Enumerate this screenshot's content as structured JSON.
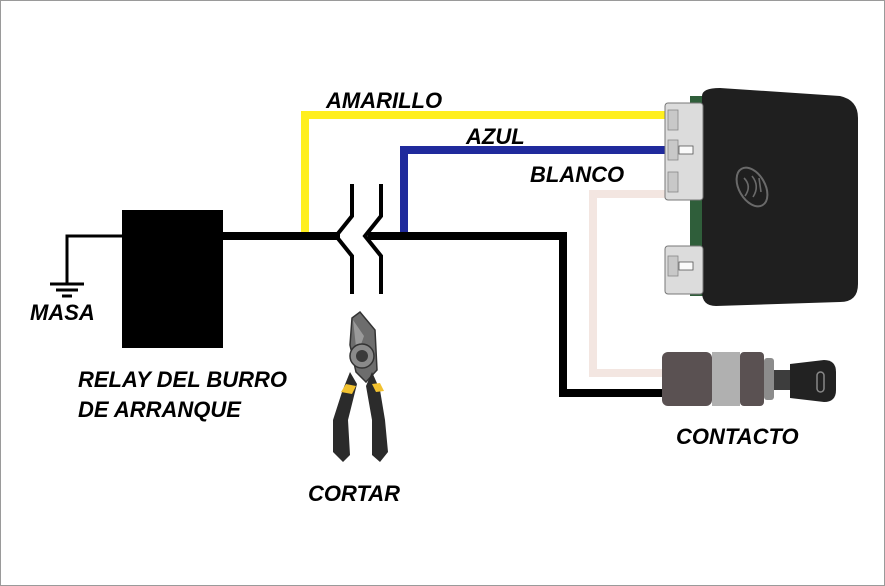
{
  "labels": {
    "amarillo": "AMARILLO",
    "azul": "AZUL",
    "blanco": "BLANCO",
    "masa": "MASA",
    "relay_line1": "RELAY DEL BURRO",
    "relay_line2": "DE ARRANQUE",
    "cortar": "CORTAR",
    "contacto": "CONTACTO"
  },
  "colors": {
    "yellow_wire": "#ffef1f",
    "blue_wire": "#1f2a9c",
    "white_wire": "#f3e6e1",
    "black_wire": "#000000",
    "module_body": "#1f1f1f",
    "connector": "#dcdcdc",
    "pliers_handle": "#2b2b2b",
    "pliers_accent": "#f2c230"
  },
  "icons": {
    "ground": "ground-symbol-icon",
    "relay": "relay-block",
    "cutter": "pliers-icon",
    "module": "alarm-module-icon",
    "ignition": "ignition-key-icon"
  }
}
